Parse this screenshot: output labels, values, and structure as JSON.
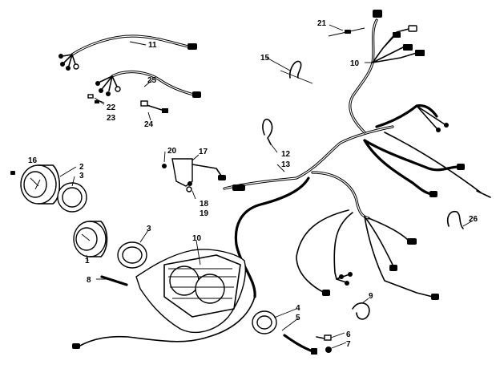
{
  "callouts": {
    "c1": "1",
    "c2": "2",
    "c3a": "3",
    "c3b": "3",
    "c4": "4",
    "c5": "5",
    "c6": "6",
    "c7": "7",
    "c8": "8",
    "c9": "9",
    "c10a": "10",
    "c10b": "10",
    "c11": "11",
    "c12": "12",
    "c13": "13",
    "c15": "15",
    "c16": "16",
    "c17": "17",
    "c18": "18",
    "c19": "19",
    "c20": "20",
    "c21": "21",
    "c22": "22",
    "c23": "23",
    "c24": "24",
    "c25": "25",
    "c26": "26"
  },
  "parts": {
    "speedometer": "speedometer-gauge",
    "tachometer": "tachometer-gauge",
    "dash_housing": "instrument-console",
    "main_harness": "main-wiring-harness",
    "sub_harness_11": "sub-harness",
    "sub_harness_25": "sub-harness",
    "clips": "harness-clips"
  }
}
